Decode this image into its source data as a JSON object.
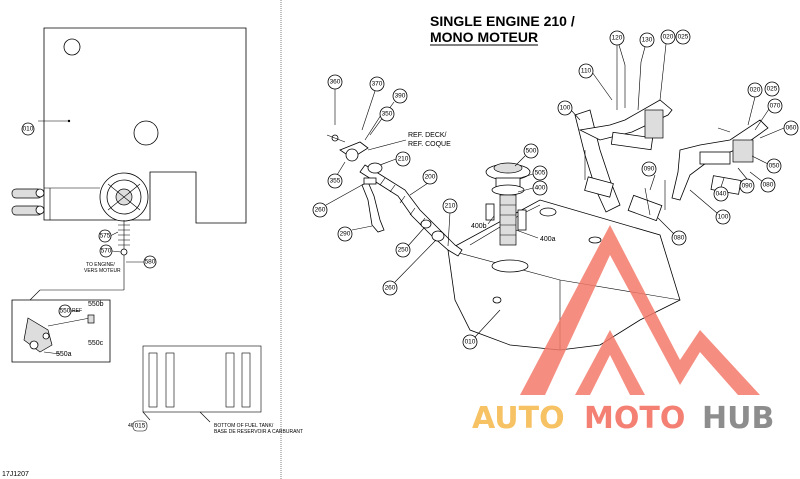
{
  "title_line1": "SINGLE ENGINE 210 /",
  "title_line2": "MONO MOTEUR",
  "ref_deck_line1": "REF. DECK/",
  "ref_deck_line2": "REF. COQUE",
  "to_engine_line1": "TO ENGINE/",
  "to_engine_line2": "VERS MOTEUR",
  "bottom_tank_line1": "BOTTOM OF FUEL TANK/",
  "bottom_tank_line2": "BASE DE RESERVOIR A CARBURANT",
  "diagram_id": "17J1207",
  "watermark": {
    "part1": "AUTO",
    "part2": "MOTO",
    "part3": "HUB",
    "color_auto": "#f5b84a",
    "color_moto": "#f36b5c",
    "color_hub": "#7a7a7a"
  },
  "callouts": [
    {
      "id": "c010a",
      "label": "010"
    },
    {
      "id": "c575",
      "label": "575"
    },
    {
      "id": "c570",
      "label": "570"
    },
    {
      "id": "c580",
      "label": "580"
    },
    {
      "id": "c550",
      "label": "550"
    },
    {
      "id": "c360",
      "label": "360"
    },
    {
      "id": "c370",
      "label": "370"
    },
    {
      "id": "c390",
      "label": "390"
    },
    {
      "id": "c350",
      "label": "350"
    },
    {
      "id": "c355",
      "label": "355"
    },
    {
      "id": "c210a",
      "label": "210"
    },
    {
      "id": "c260a",
      "label": "260"
    },
    {
      "id": "c200",
      "label": "200"
    },
    {
      "id": "c290",
      "label": "290"
    },
    {
      "id": "c250",
      "label": "250"
    },
    {
      "id": "c260b",
      "label": "260"
    },
    {
      "id": "c210b",
      "label": "210"
    },
    {
      "id": "c500",
      "label": "500"
    },
    {
      "id": "c505",
      "label": "505"
    },
    {
      "id": "c400",
      "label": "400"
    },
    {
      "id": "c010b",
      "label": "010"
    },
    {
      "id": "c120",
      "label": "120"
    },
    {
      "id": "c130",
      "label": "130"
    },
    {
      "id": "c020a",
      "label": "020"
    },
    {
      "id": "c025a",
      "label": "025"
    },
    {
      "id": "c110",
      "label": "110"
    },
    {
      "id": "c100a",
      "label": "100"
    },
    {
      "id": "c020b",
      "label": "020"
    },
    {
      "id": "c025b",
      "label": "025"
    },
    {
      "id": "c070",
      "label": "070"
    },
    {
      "id": "c060",
      "label": "060"
    },
    {
      "id": "c050",
      "label": "050"
    },
    {
      "id": "c090a",
      "label": "090"
    },
    {
      "id": "c080a",
      "label": "080"
    },
    {
      "id": "c040",
      "label": "040"
    },
    {
      "id": "c090b",
      "label": "090"
    },
    {
      "id": "c100b",
      "label": "100"
    },
    {
      "id": "c080b",
      "label": "080"
    }
  ],
  "text_labels": [
    {
      "id": "t550b",
      "label": "550b"
    },
    {
      "id": "t550c",
      "label": "550c"
    },
    {
      "id": "t550a",
      "label": "550a"
    },
    {
      "id": "t400b",
      "label": "400b"
    },
    {
      "id": "t400a",
      "label": "400a"
    },
    {
      "id": "t015",
      "label": "015"
    },
    {
      "id": "t46",
      "label": "46"
    },
    {
      "id": "tref",
      "label": "REF"
    }
  ]
}
